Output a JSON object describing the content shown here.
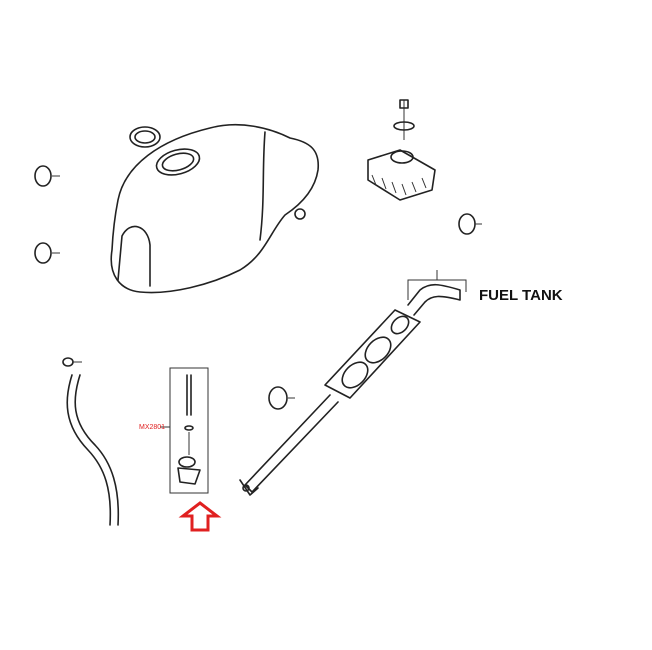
{
  "diagram": {
    "title": "FUEL TANK",
    "highlighted_part": {
      "part_number": "MX2801",
      "label_color": "#e02020"
    },
    "arrow": {
      "direction": "up",
      "color": "#e02020",
      "icon": "arrow-up-outline-icon"
    }
  }
}
